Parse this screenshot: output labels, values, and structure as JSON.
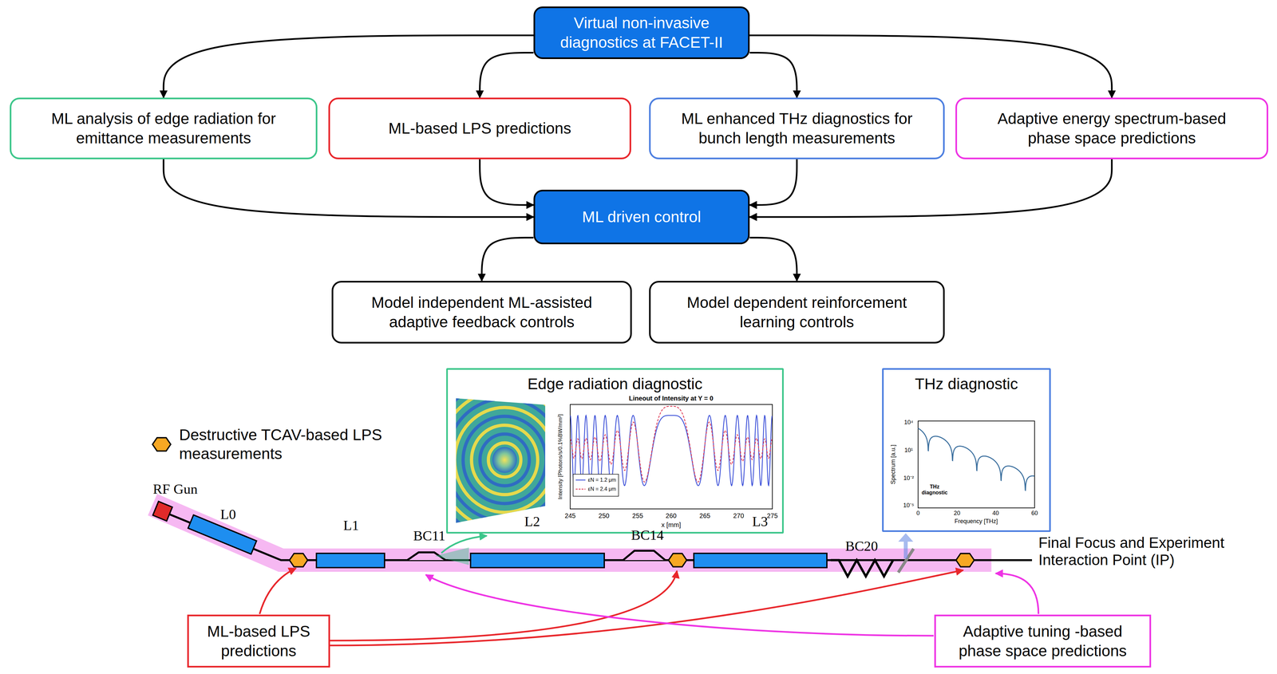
{
  "diagram": {
    "nodes": [
      {
        "text": [
          "Virtual non-invasive diagnostics at FACET-II"
        ]
      },
      {
        "text": [
          "ML analysis of edge radiation for emittance measurements"
        ]
      },
      {
        "text": [
          "ML-based LPS predictions"
        ]
      },
      {
        "text": [
          "ML enhanced THz diagnostics for bunch length measurements"
        ]
      },
      {
        "text": [
          "Adaptive energy spectrum-based phase space predictions"
        ]
      },
      {
        "text": [
          "ML driven control"
        ]
      },
      {
        "text": [
          "Model independent ML-assisted adaptive feedback controls"
        ]
      },
      {
        "text": [
          "Model dependent reinforcement learning controls"
        ]
      },
      {
        "text": [
          "Edge radiation diagnostic"
        ]
      },
      {
        "text": [
          "THz diagnostic"
        ]
      },
      {
        "text": [
          "ML-based LPS predictions"
        ]
      },
      {
        "text": [
          "Adaptive tuning -based phase space predictions"
        ]
      }
    ],
    "edges": [
      {
        "from": 0,
        "to": 1,
        "arrow": "to"
      },
      {
        "from": 0,
        "to": 2,
        "arrow": "to"
      },
      {
        "from": 0,
        "to": 3,
        "arrow": "to"
      },
      {
        "from": 0,
        "to": 4,
        "arrow": "to"
      },
      {
        "from": 1,
        "to": 5,
        "arrow": "to"
      },
      {
        "from": 2,
        "to": 5,
        "arrow": "to"
      },
      {
        "from": 3,
        "to": 5,
        "arrow": "to"
      },
      {
        "from": 4,
        "to": 5,
        "arrow": "to"
      },
      {
        "from": 5,
        "to": 6,
        "arrow": "to"
      },
      {
        "from": 5,
        "to": 7,
        "arrow": "to"
      }
    ],
    "labels": [
      "RF Gun",
      "L0",
      "L1",
      "BC11",
      "L2",
      "BC14",
      "L3",
      "BC20",
      "Final Focus and Experiment Interaction Point (IP)",
      "Lineout of Intensity at Y = 0",
      "Intensity [Photons/s/0.1%BW/mm²]",
      "245",
      "250",
      "255",
      "260",
      "265",
      "270",
      "275",
      "x [mm]",
      "Spectrum [a.u.]",
      "10⁴",
      "10¹",
      "10⁻²",
      "10⁻⁵",
      "0",
      "20",
      "40",
      "60",
      "Frequency [THz]",
      "THz diagnostic"
    ],
    "legend": [
      {
        "text": "Destructive TCAV-based LPS measurements"
      },
      {
        "text": "εN = 1.2 μm"
      },
      {
        "text": "εN = 2.4 μm"
      }
    ]
  }
}
